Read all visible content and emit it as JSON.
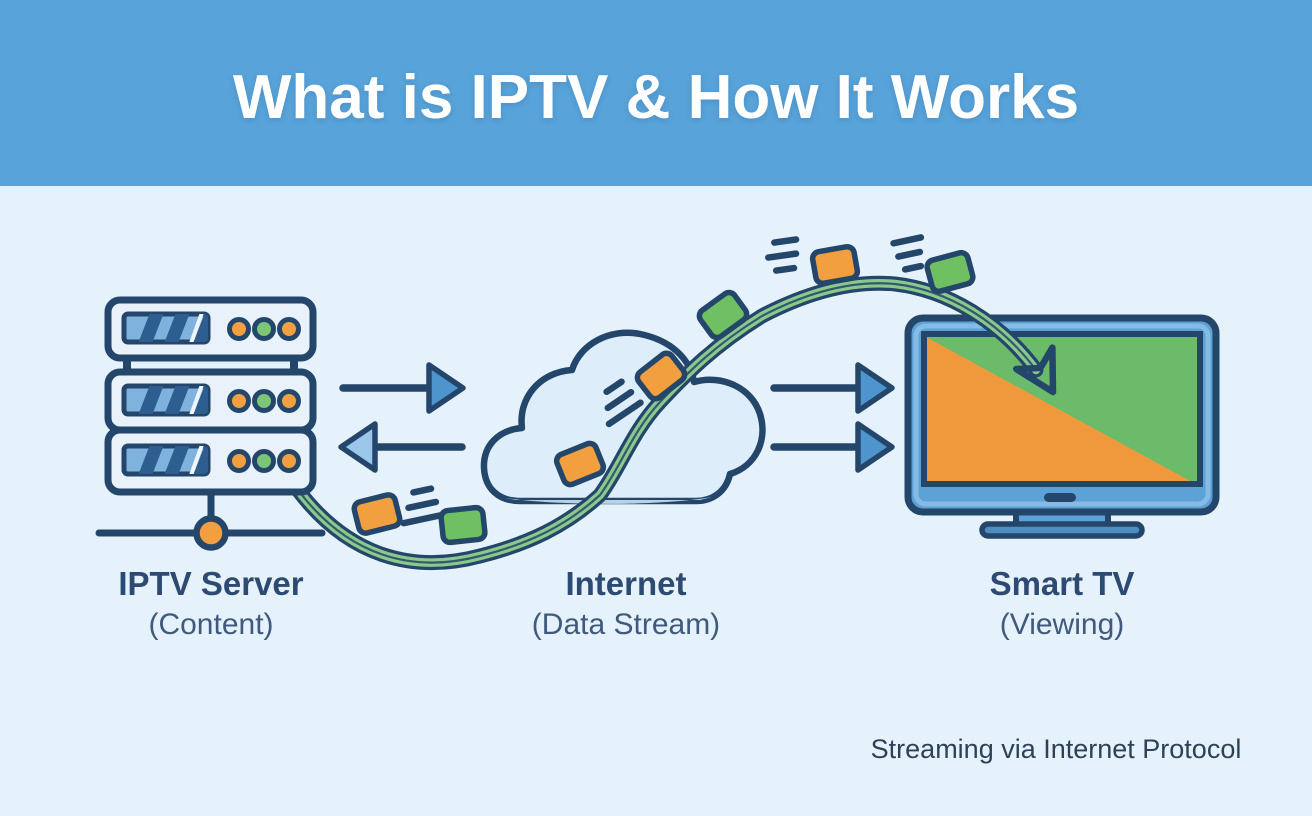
{
  "header": {
    "title": "What is IPTV & How It Works"
  },
  "nodes": [
    {
      "id": "iptv-server",
      "label": "IPTV Server",
      "sublabel": "(Content)",
      "icon": "server-icon"
    },
    {
      "id": "internet",
      "label": "Internet",
      "sublabel": "(Data Stream)",
      "icon": "cloud-icon"
    },
    {
      "id": "smart-tv",
      "label": "Smart TV",
      "sublabel": "(Viewing)",
      "icon": "tv-icon"
    }
  ],
  "caption": "Streaming via Internet Protocol",
  "flow": {
    "stream_icon": "data-stream-path",
    "arrows": [
      {
        "icon": "arrow-right-icon",
        "from": "iptv-server",
        "to": "internet"
      },
      {
        "icon": "arrow-left-icon",
        "from": "internet",
        "to": "iptv-server"
      },
      {
        "icon": "arrow-right-icon",
        "from": "internet",
        "to": "smart-tv"
      },
      {
        "icon": "arrow-right-icon",
        "from": "internet",
        "to": "smart-tv"
      }
    ],
    "packets": [
      {
        "icon": "data-packet-icon",
        "color": "orange"
      },
      {
        "icon": "data-packet-icon",
        "color": "green"
      },
      {
        "icon": "data-packet-icon",
        "color": "orange"
      },
      {
        "icon": "data-packet-icon",
        "color": "orange"
      },
      {
        "icon": "data-packet-icon",
        "color": "green"
      },
      {
        "icon": "data-packet-icon",
        "color": "orange"
      },
      {
        "icon": "data-packet-icon",
        "color": "green"
      }
    ]
  },
  "colors": {
    "header_blue": "#58a3d9",
    "background": "#e6f2fb",
    "outline_navy": "#24466b",
    "packet_orange": "#f2a03f",
    "packet_green": "#6fbf63",
    "stream_green": "#8bc88b",
    "arrow_blue": "#4e95cd",
    "arrow_blue_light": "#9cc7ea",
    "tv_frame_blue": "#5da2d6",
    "screen_green": "#6cbb6b",
    "screen_orange": "#f0993c",
    "server_fill": "#e9f2fa",
    "server_panel_blue": "#7fb2dd",
    "label_navy": "#2c4a72"
  }
}
